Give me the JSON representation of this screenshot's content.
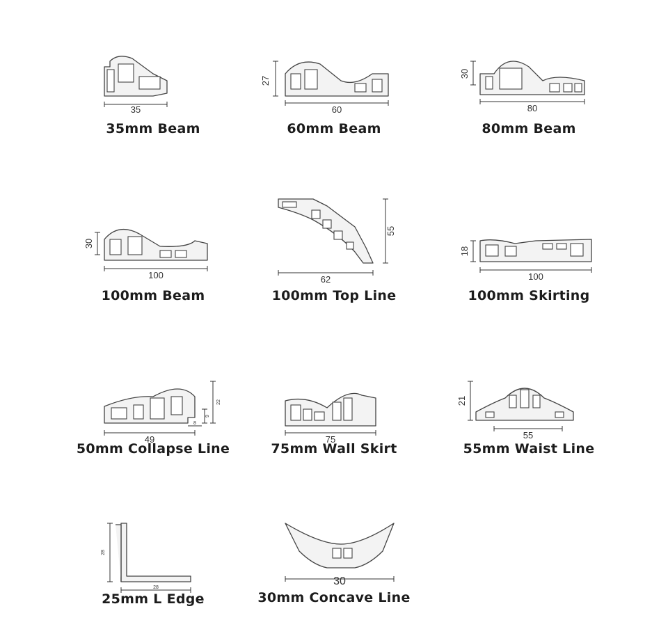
{
  "profiles": [
    {
      "label": "35mm Beam",
      "width_dim": "35",
      "height_dim": ""
    },
    {
      "label": "60mm Beam",
      "width_dim": "60",
      "height_dim": "27"
    },
    {
      "label": "80mm Beam",
      "width_dim": "80",
      "height_dim": "30"
    },
    {
      "label": "100mm Beam",
      "width_dim": "100",
      "height_dim": "30"
    },
    {
      "label": "100mm Top Line",
      "width_dim": "62",
      "height_dim": "55"
    },
    {
      "label": "100mm Skirting",
      "width_dim": "100",
      "height_dim": "18"
    },
    {
      "label": "50mm Collapse Line",
      "width_dim": "49",
      "height_dim": "22",
      "extra_dims": [
        "9",
        "8"
      ]
    },
    {
      "label": "75mm Wall Skirt",
      "width_dim": "75",
      "height_dim": ""
    },
    {
      "label": "55mm Waist Line",
      "width_dim": "55",
      "height_dim": "21"
    },
    {
      "label": "25mm L Edge",
      "width_dim": "28",
      "height_dim": "28"
    },
    {
      "label": "30mm Concave Line",
      "width_dim": "30",
      "height_dim": ""
    }
  ]
}
